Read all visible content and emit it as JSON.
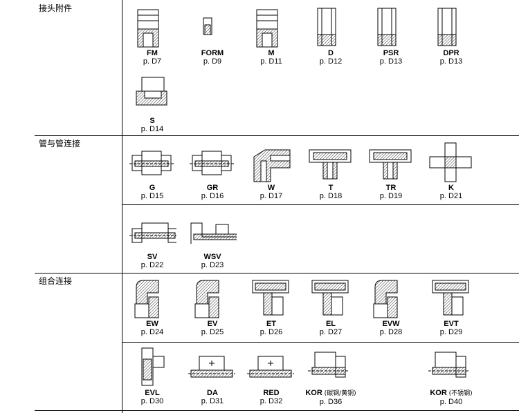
{
  "categories": {
    "end_fittings": "接头附件",
    "tube_to_tube": "管与管连接",
    "combination": "组合连接"
  },
  "rows": [
    [
      {
        "code": "FM",
        "page": "p. D7",
        "icon": "nut-fitting-icon"
      },
      {
        "code": "FORM",
        "page": "p. D9",
        "icon": "ring-fitting-icon"
      },
      {
        "code": "M",
        "page": "p. D11",
        "icon": "nut-fitting-icon"
      },
      {
        "code": "D",
        "page": "p. D12",
        "icon": "plug-fitting-icon"
      },
      {
        "code": "PSR",
        "page": "p. D13",
        "icon": "plug-fitting-icon"
      },
      {
        "code": "DPR",
        "page": "p. D13",
        "icon": "plug-fitting-icon"
      }
    ],
    [
      {
        "code": "S",
        "page": "p. D14",
        "icon": "reducer-fitting-icon"
      }
    ],
    [
      {
        "code": "G",
        "page": "p. D15",
        "icon": "straight-union-icon"
      },
      {
        "code": "GR",
        "page": "p. D16",
        "icon": "reducing-union-icon"
      },
      {
        "code": "W",
        "page": "p. D17",
        "icon": "elbow-union-icon"
      },
      {
        "code": "T",
        "page": "p. D18",
        "icon": "tee-union-icon"
      },
      {
        "code": "TR",
        "page": "p. D19",
        "icon": "tee-union-icon"
      },
      {
        "code": "K",
        "page": "p. D21",
        "icon": "cross-union-icon"
      }
    ],
    [
      {
        "code": "SV",
        "page": "p. D22",
        "icon": "bulkhead-union-icon"
      },
      {
        "code": "WSV",
        "page": "p. D23",
        "icon": "bulkhead-elbow-icon"
      }
    ],
    [
      {
        "code": "EW",
        "page": "p. D24",
        "icon": "adjustable-elbow-icon"
      },
      {
        "code": "EV",
        "page": "p. D25",
        "icon": "adjustable-45-elbow-icon"
      },
      {
        "code": "ET",
        "page": "p. D26",
        "icon": "adjustable-tee-icon"
      },
      {
        "code": "EL",
        "page": "p. D27",
        "icon": "adjustable-tee-icon"
      },
      {
        "code": "EVW",
        "page": "p. D28",
        "icon": "adjustable-elbow-icon"
      },
      {
        "code": "EVT",
        "page": "p. D29",
        "icon": "adjustable-tee-icon"
      }
    ],
    [
      {
        "code": "EVL",
        "page": "p. D30",
        "icon": "adjustable-run-tee-icon"
      },
      {
        "code": "DA",
        "page": "p. D31",
        "icon": "bulkhead-connector-icon"
      },
      {
        "code": "RED",
        "page": "p. D32",
        "icon": "reducer-connector-icon"
      },
      {
        "code": "KOR",
        "sub": "(碳钢/黄铜)",
        "page": "p. D36",
        "icon": "reducing-insert-icon"
      },
      {
        "code": "KOR",
        "sub": "(不锈钢)",
        "page": "p. D40",
        "icon": "reducing-insert-icon"
      }
    ]
  ]
}
